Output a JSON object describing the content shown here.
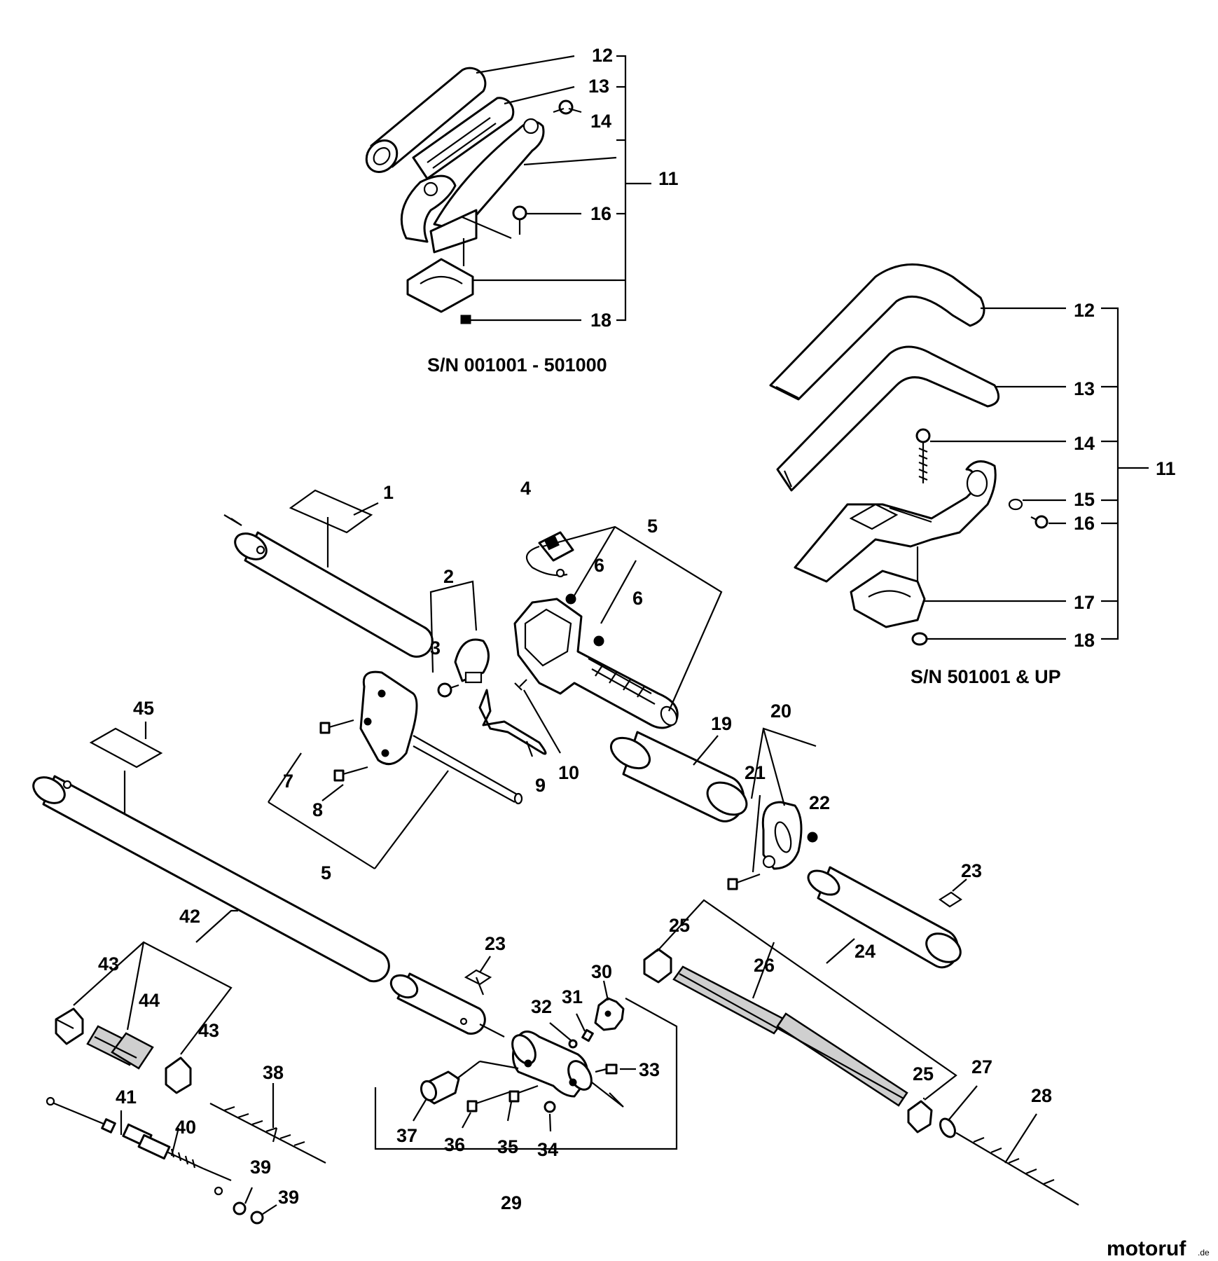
{
  "diagram": {
    "captions": {
      "upper_left": "S/N 001001 - 501000",
      "right": "S/N 501001 & UP"
    },
    "callouts": {
      "c1": "1",
      "c2": "2",
      "c3": "3",
      "c4": "4",
      "c5a": "5",
      "c5b": "5",
      "c6a": "6",
      "c6b": "6",
      "c7": "7",
      "c8": "8",
      "c9": "9",
      "c10": "10",
      "c11a": "11",
      "c11b": "11",
      "c12a": "12",
      "c12b": "12",
      "c13a": "13",
      "c13b": "13",
      "c14a": "14",
      "c14b": "14",
      "c15": "15",
      "c16a": "16",
      "c16b": "16",
      "c17": "17",
      "c18a": "18",
      "c18b": "18",
      "c19": "19",
      "c20": "20",
      "c21": "21",
      "c22": "22",
      "c23a": "23",
      "c23b": "23",
      "c24": "24",
      "c25a": "25",
      "c25b": "25",
      "c26": "26",
      "c27": "27",
      "c28": "28",
      "c29": "29",
      "c30": "30",
      "c31": "31",
      "c32": "32",
      "c33": "33",
      "c34": "34",
      "c35": "35",
      "c36": "36",
      "c37": "37",
      "c38": "38",
      "c39a": "39",
      "c39b": "39",
      "c40": "40",
      "c41": "41",
      "c42": "42",
      "c43a": "43",
      "c43b": "43",
      "c44": "44",
      "c45": "45"
    },
    "watermark": {
      "main": "motoruf",
      "suffix": ".de"
    }
  }
}
